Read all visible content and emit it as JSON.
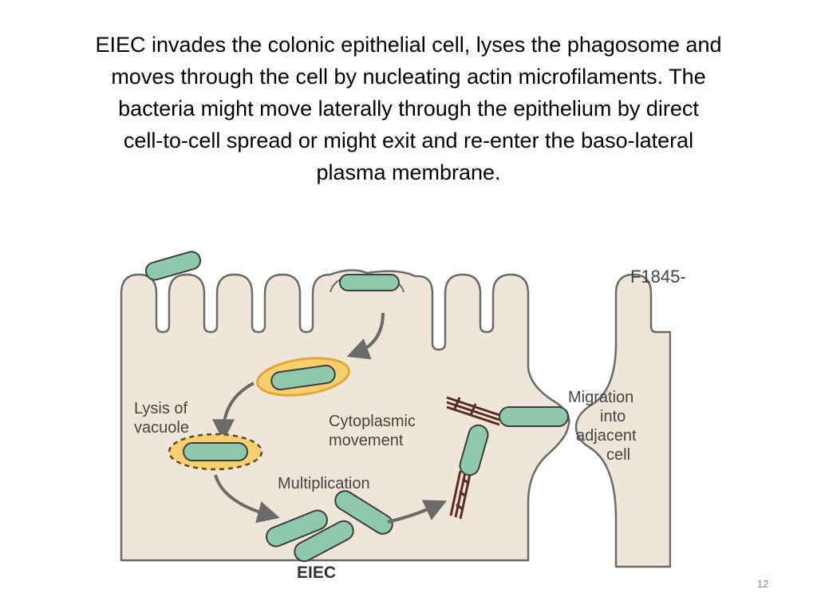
{
  "slide": {
    "title_lines": [
      "EIEC invades the colonic epithelial cell, lyses the phagosome and",
      "moves through the cell by nucleating actin microfilaments. The",
      "bacteria might move laterally through the epithelium by direct",
      "cell-to-cell spread or might exit and re-enter the baso-lateral",
      "plasma membrane."
    ],
    "page_number": "12"
  },
  "diagram": {
    "figure_code": "F1845-",
    "labels": {
      "lysis_line1": "Lysis of",
      "lysis_line2": "vacuole",
      "cyto_line1": "Cytoplasmic",
      "cyto_line2": "movement",
      "multiplication": "Multiplication",
      "migration_line1": "Migration",
      "migration_line2": "into",
      "migration_line3": "adjacent",
      "migration_line4": "cell",
      "caption": "EIEC"
    },
    "colors": {
      "cell_fill": "#efe6d8",
      "cell_stroke": "#6b6b6b",
      "bacterium_fill": "#8fc9ad",
      "bacterium_stroke": "#3d3d3d",
      "vacuole_fill": "#f7cf6e",
      "vacuole_stroke": "#e0a83a",
      "actin": "#5a2b25",
      "arrow": "#6a6a6a",
      "label": "#444444"
    }
  }
}
